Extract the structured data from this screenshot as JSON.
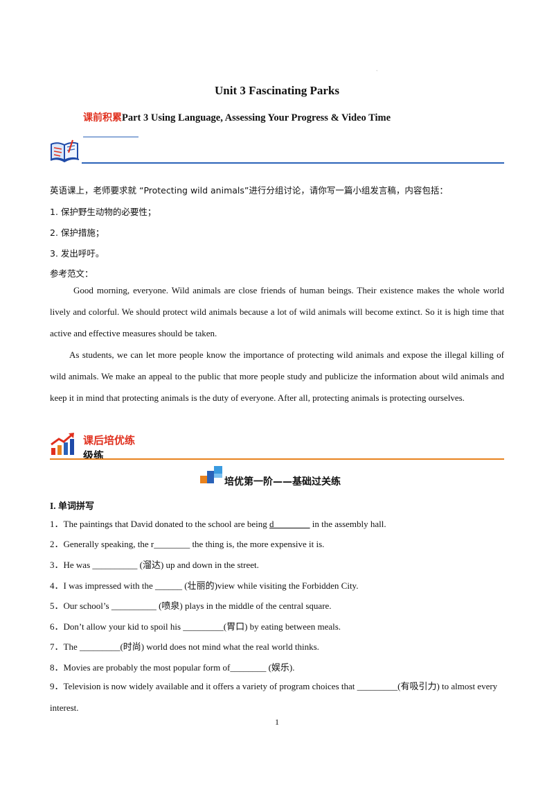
{
  "header": {
    "dot": "`",
    "title": "Unit 3 Fascinating Parks",
    "subtitle_red": "课前积累",
    "subtitle_black": "Part 3 Using Language, Assessing Your Progress & Video Time"
  },
  "writing": {
    "prompt": "英语课上，老师要求就 “Protecting wild animals”进行分组讨论，请你写一篇小组发言稿，内容包括：",
    "points": [
      "1.  保护野生动物的必要性；",
      "2.  保护措施；",
      "3.  发出呼吁。"
    ],
    "ref_label": "参考范文：",
    "paragraphs": [
      "Good morning, everyone. Wild animals are close friends of human beings. Their existence makes the whole world lively and colorful. We should protect wild animals because a lot of wild animals will become extinct. So it is high time that active and effective measures should be taken.",
      "As students, we can let more people know the importance of protecting wild animals and expose the illegal killing of wild animals. We make an appeal to the public that more people study and publicize the information about wild animals and keep it in mind that protecting animals is the duty of everyone. After all, protecting animals is protecting ourselves."
    ]
  },
  "after_class": {
    "heading": "课后培优练",
    "subheading": "级练",
    "section_title": "培优第一阶——基础过关练",
    "part_label_roman": "I.",
    "part_label_text": "单词拼写"
  },
  "questions": [
    {
      "num": "1．",
      "pre": "The paintings that David donated to the school are being ",
      "blank": "d________",
      "post": " in the assembly hall."
    },
    {
      "num": "2．",
      "text": "Generally speaking, the r________ the thing is, the more expensive it is."
    },
    {
      "num": "3．",
      "text": "He was __________ (溜达) up and down in the street."
    },
    {
      "num": "4．",
      "text": "I was impressed with the ______ (壮丽的)view while visiting the Forbidden City."
    },
    {
      "num": "5．",
      "text": "Our school’s __________ (喷泉) plays in the middle of the central square."
    },
    {
      "num": "6．",
      "text": "Don’t allow your kid to spoil his _________(胃口) by eating between meals."
    },
    {
      "num": "7．",
      "text": "The _________(时尚) world does not mind what the real world thinks."
    },
    {
      "num": "8．",
      "text": "Movies are probably the most popular form of________ (娱乐)."
    },
    {
      "num": "9．",
      "text": "Television is now widely available and it offers a variety of program choices that _________(有吸引力) to almost every interest."
    }
  ],
  "footer": {
    "page_number": "1"
  },
  "colors": {
    "accent_red": "#e0301e",
    "rule_blue": "#2a62b8",
    "rule_orange": "#e8821e"
  }
}
